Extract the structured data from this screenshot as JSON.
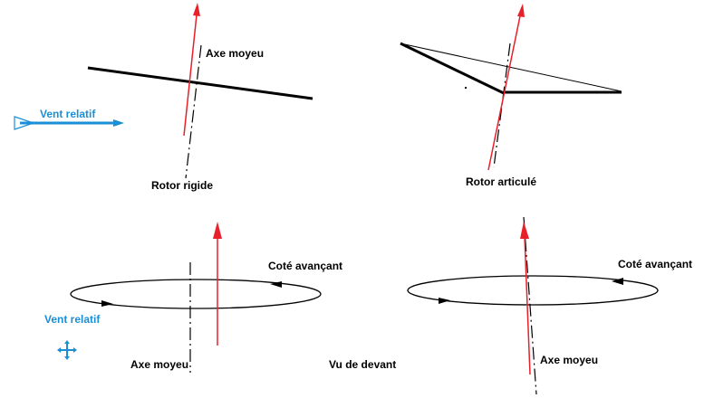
{
  "colors": {
    "line": "#000000",
    "arrow_red": "#e8202a",
    "wind_blue": "#1a8fd6",
    "background": "#ffffff"
  },
  "panels": {
    "rigid": {
      "hub_axis_label": "Axe moyeu",
      "caption": "Rotor rigide",
      "wind_label": "Vent relatif"
    },
    "articulated": {
      "caption": "Rotor articulé"
    },
    "front_left": {
      "advancing_label": "Coté avançant",
      "wind_label": "Vent relatif",
      "hub_axis_label": "Axe moyeu",
      "wind_symbol": "move-cross-icon"
    },
    "front_right": {
      "advancing_label": "Coté avançant",
      "hub_axis_label": "Axe moyeu"
    },
    "front_view_caption": "Vu de devant"
  }
}
